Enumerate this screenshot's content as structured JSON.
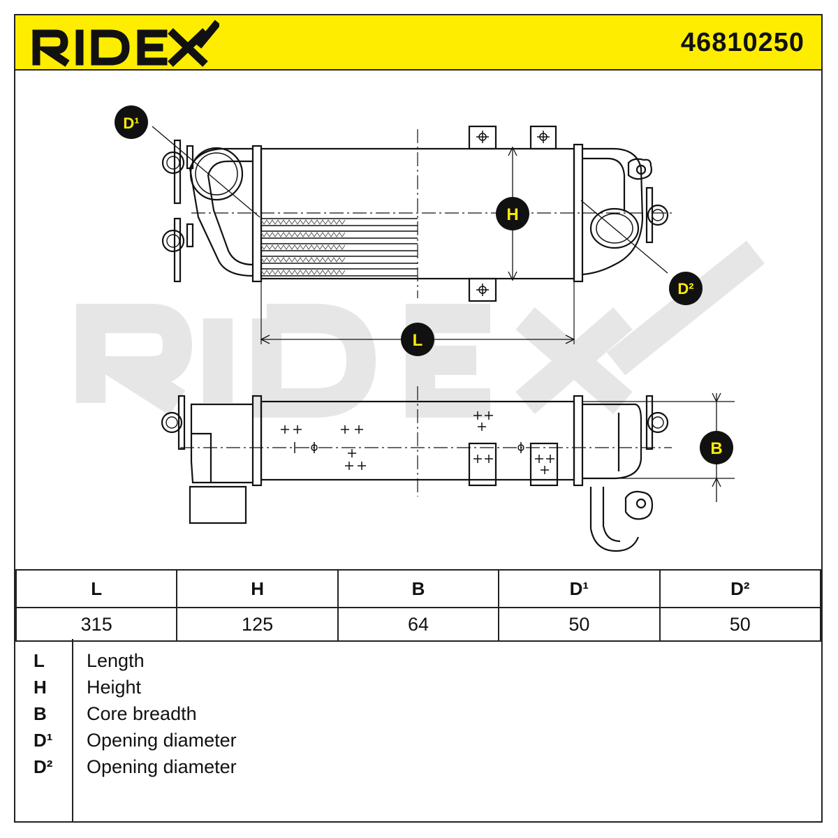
{
  "header": {
    "brand": "RIDEX",
    "part_number": "46810250",
    "colors": {
      "band": "#ffed00",
      "ink": "#111111",
      "watermark": "#e6e6e6"
    }
  },
  "diagram": {
    "markers": {
      "d1": "D¹",
      "d2": "D²",
      "h": "H",
      "l": "L",
      "b": "B"
    },
    "watermark": "RIDEX"
  },
  "dimensions": {
    "columns": [
      "L",
      "H",
      "B",
      "D¹",
      "D²"
    ],
    "values": [
      "315",
      "125",
      "64",
      "50",
      "50"
    ]
  },
  "legend": [
    {
      "code": "L",
      "label": "Length"
    },
    {
      "code": "H",
      "label": "Height"
    },
    {
      "code": "B",
      "label": "Core breadth"
    },
    {
      "code": "D¹",
      "label": "Opening diameter"
    },
    {
      "code": "D²",
      "label": "Opening diameter"
    }
  ]
}
